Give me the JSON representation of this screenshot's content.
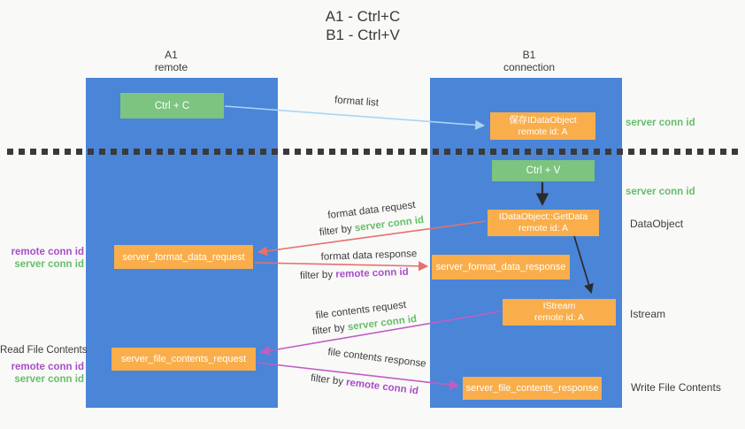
{
  "title": {
    "line1": "A1 - Ctrl+C",
    "line2": "B1 - Ctrl+V"
  },
  "lifelines": {
    "a1": {
      "name": "A1",
      "role": "remote"
    },
    "b1": {
      "name": "B1",
      "role": "connection"
    }
  },
  "shared": {
    "filter_by": "filter by",
    "server_conn_id": "server conn id",
    "remote_conn_id": "remote conn id"
  },
  "boxes": {
    "ctrl_c": "Ctrl + C",
    "ctrl_v": "Ctrl + V",
    "save_dataobject": {
      "line1": "保存IDataObject",
      "line2": "remote id: A"
    },
    "getdata": {
      "line1": "IDataObject::GetData",
      "line2": "remote id: A"
    },
    "istream": {
      "line1": "IStream",
      "line2": "remote id: A"
    },
    "server_format_data_request": "server_format_data_request",
    "server_format_data_response": "server_format_data_response",
    "server_file_contents_request": "server_file_contents_request",
    "server_file_contents_response": "server_file_contents_response"
  },
  "flow_labels": {
    "format_list": "format list",
    "format_data_request": "format data request",
    "format_data_response": "format data response",
    "file_contents_request": "file contents request",
    "file_contents_response": "file contents response"
  },
  "side_labels": {
    "dataobject": "DataObject",
    "istream": "Istream",
    "read_file_contents": "Read File Contents",
    "write_file_contents": "Write File Contents"
  },
  "colors": {
    "lifeline_blue": "#4a85d8",
    "action_green": "#7cc47f",
    "message_orange": "#f9ae4b",
    "arrow_lightblue": "#a9d5f3",
    "arrow_red": "#e7706e",
    "arrow_magenta": "#c15ec2",
    "arrow_black": "#2b2b2b",
    "server_conn_green": "#67bd6a",
    "remote_conn_purple": "#a84fc6",
    "divider_dark": "#3a3a3a"
  }
}
